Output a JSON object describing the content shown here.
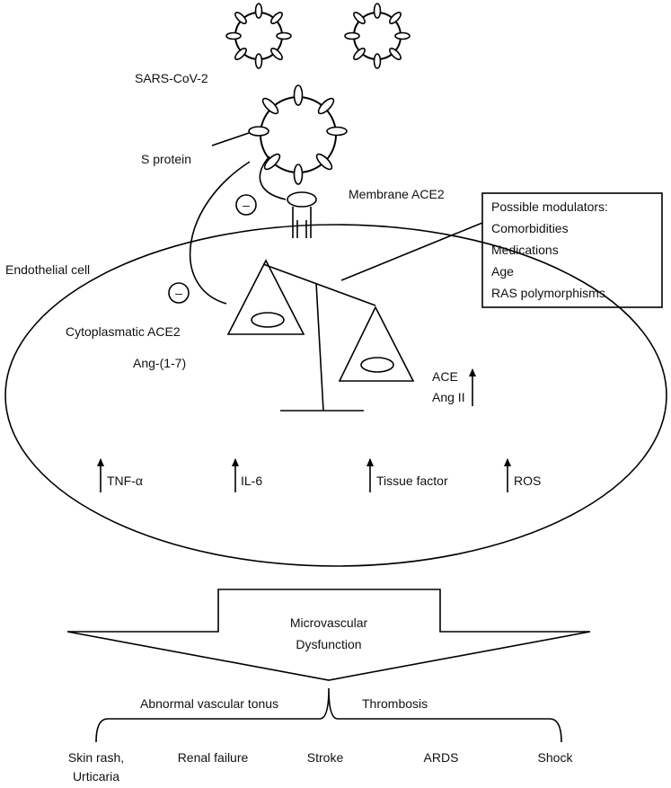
{
  "labels": {
    "virus": "SARS-CoV-2",
    "s_protein": "S protein",
    "membrane_ace2": "Membrane ACE2",
    "endothelial_cell": "Endothelial cell",
    "cytoplasmatic_ace2": "Cytoplasmatic ACE2",
    "ang_1_7": "Ang-(1-7)",
    "ace": "ACE",
    "ang_ii": "Ang II",
    "inhibit_symbol": "–"
  },
  "modulators": {
    "title": "Possible modulators:",
    "items": [
      "Comorbidities",
      "Medications",
      "Age",
      "RAS polymorphisms"
    ]
  },
  "markers": [
    "TNF-α",
    "IL-6",
    "Tissue factor",
    "ROS"
  ],
  "outcome": {
    "line1": "Microvascular",
    "line2": "Dysfunction"
  },
  "branches": {
    "left": "Abnormal vascular tonus",
    "right": "Thrombosis"
  },
  "conditions": {
    "skin_line1": "Skin rash,",
    "skin_line2": "Urticaria",
    "renal": "Renal failure",
    "stroke": "Stroke",
    "ards": "ARDS",
    "shock": "Shock"
  }
}
